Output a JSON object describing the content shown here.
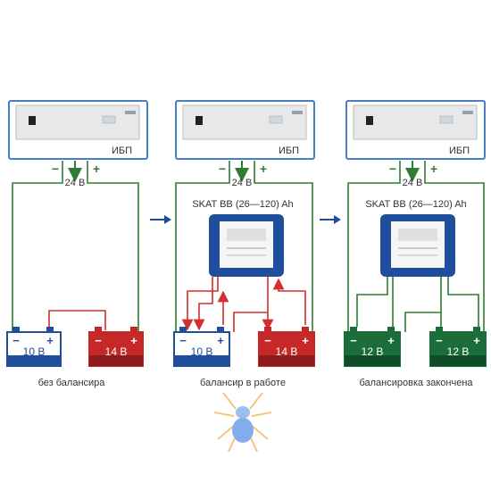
{
  "colors": {
    "wire_green": "#2e7d32",
    "wire_red": "#d32f2f",
    "balancer_blue": "#1f4e9c",
    "battery_blue": "#1f4e9c",
    "battery_red": "#c62828",
    "battery_green": "#1b6e3a",
    "arrow_blue": "#1f4e9c"
  },
  "panels": [
    {
      "ups_label": "ИБП",
      "minus": "−",
      "plus": "+",
      "ups_voltage": "24 В",
      "balancer_title": "",
      "battery_left": "10 В",
      "battery_right": "14 В",
      "caption": "без балансира"
    },
    {
      "ups_label": "ИБП",
      "minus": "−",
      "plus": "+",
      "ups_voltage": "24 В",
      "balancer_title": "SKAT BB (26—120) Ah",
      "battery_left": "10 В",
      "battery_right": "14 В",
      "caption": "балансир в работе"
    },
    {
      "ups_label": "ИБП",
      "minus": "−",
      "plus": "+",
      "ups_voltage": "24 В",
      "balancer_title": "SKAT BB (26—120) Ah",
      "battery_left": "12 В",
      "battery_right": "12 В",
      "caption": "балансировка закончена"
    }
  ]
}
